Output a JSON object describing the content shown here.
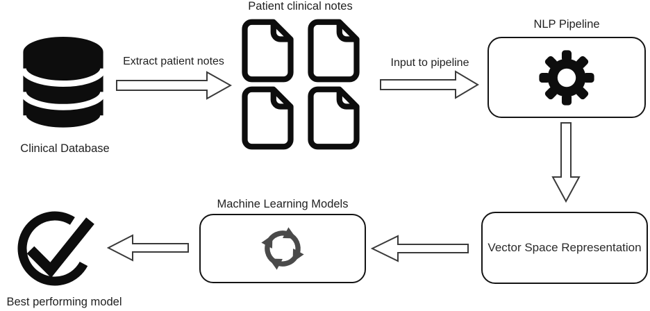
{
  "colors": {
    "background": "#ffffff",
    "icon_black": "#0d0d0d",
    "cycle_icon_gray": "#4a4a4a",
    "box_border": "#141414",
    "arrow_outline": "#3a3a3a",
    "text": "#1f1f1f"
  },
  "nodes": {
    "clinical_database": {
      "label": "Clinical Database",
      "icon": "database-icon"
    },
    "patient_notes": {
      "label": "Patient clinical notes",
      "icon": "document-icon",
      "document_count": 4
    },
    "nlp_pipeline": {
      "label": "NLP Pipeline",
      "icon": "gear-icon"
    },
    "vector_space": {
      "label": "Vector Space Representation"
    },
    "ml_models": {
      "label": "Machine Learning Models",
      "icon": "cycle-arrows-icon"
    },
    "best_model": {
      "label": "Best performing model",
      "icon": "check-circle-icon"
    }
  },
  "edges": {
    "extract_notes": {
      "label": "Extract patient notes",
      "direction": "right"
    },
    "input_pipeline": {
      "label": "Input to pipeline",
      "direction": "right"
    },
    "pipeline_to_vector": {
      "direction": "down"
    },
    "vector_to_ml": {
      "direction": "left"
    },
    "ml_to_best": {
      "direction": "left"
    }
  }
}
